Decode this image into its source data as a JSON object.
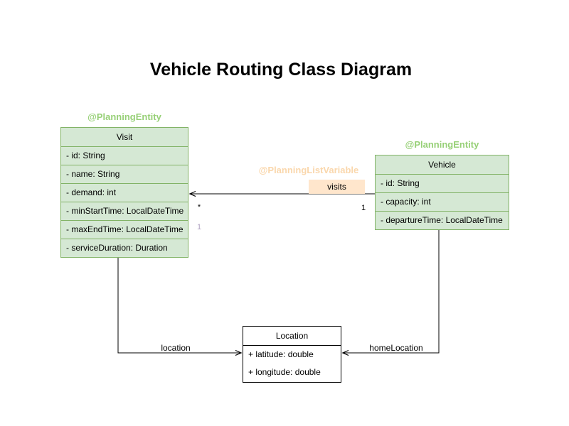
{
  "title": "Vehicle Routing Class Diagram",
  "classes": {
    "visit": {
      "annotation": "@PlanningEntity",
      "name": "Visit",
      "attributes": [
        "- id: String",
        "- name: String",
        "- demand: int",
        "- minStartTime: LocalDateTime",
        "- maxEndTime: LocalDateTime",
        "- serviceDuration: Duration"
      ]
    },
    "vehicle": {
      "annotation": "@PlanningEntity",
      "name": "Vehicle",
      "attributes": [
        "- id: String",
        "- capacity: int",
        "- departureTime: LocalDateTime"
      ]
    },
    "location": {
      "name": "Location",
      "attributes": [
        "+ latitude: double",
        "+ longitude: double"
      ]
    }
  },
  "relations": {
    "visits": {
      "annotation": "@PlanningListVariable",
      "label": "visits",
      "multiplicity_visit_end": "*",
      "multiplicity_vehicle_end": "1",
      "extra_marker": "1"
    },
    "visit_location": {
      "label": "location"
    },
    "vehicle_location": {
      "label": "homeLocation"
    }
  },
  "colors": {
    "entity_fill": "#d5e8d4",
    "entity_border": "#82b366",
    "entity_annotation": "#97d077",
    "list_variable_annotation": "#fad7ac",
    "visits_label_bg": "#ffe6cc",
    "plain_border": "#000000",
    "extra_marker_color": "#b0a2c2",
    "edge_color": "#000000"
  }
}
